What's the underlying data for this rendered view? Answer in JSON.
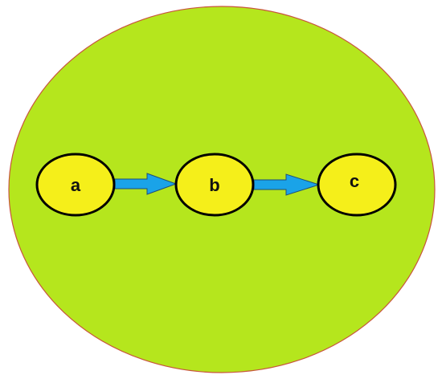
{
  "colors": {
    "page_background": "#ffffff",
    "container_fill": "#b5e61d",
    "container_stroke": "#c8553d",
    "node_fill": "#f5ef1a",
    "node_stroke": "#000000",
    "arrow_fill": "#1aa3e8",
    "arrow_stroke": "#1f4e79"
  },
  "diagram": {
    "container": "set",
    "nodes": [
      {
        "id": "a",
        "label": "a"
      },
      {
        "id": "b",
        "label": "b"
      },
      {
        "id": "c",
        "label": "c"
      }
    ],
    "edges": [
      {
        "from": "a",
        "to": "b"
      },
      {
        "from": "b",
        "to": "c"
      }
    ]
  }
}
